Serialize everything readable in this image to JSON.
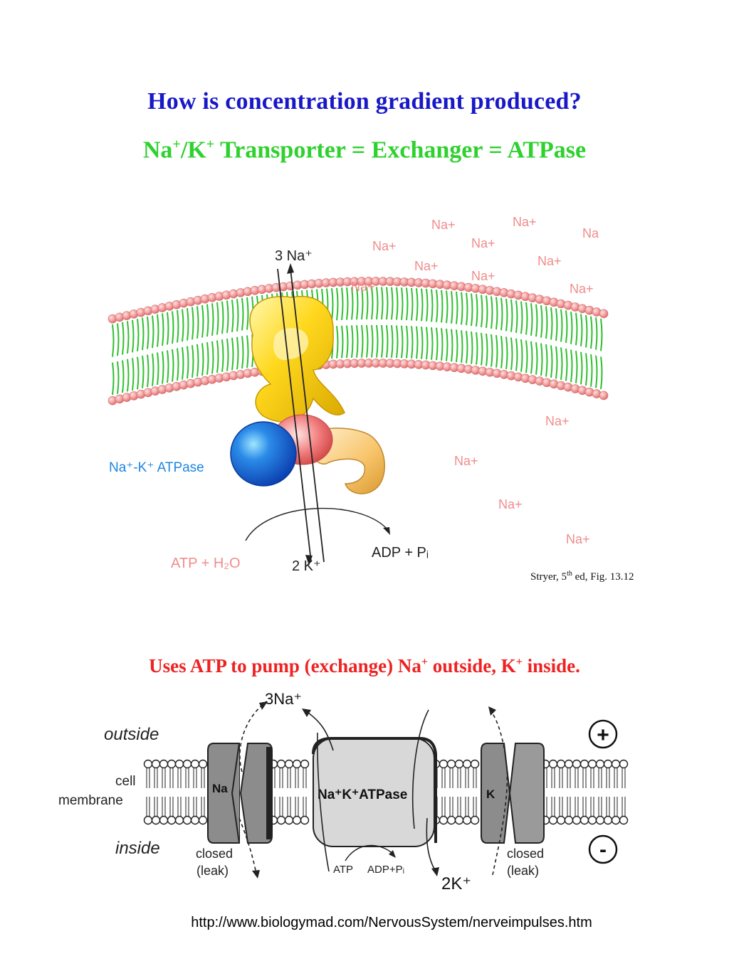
{
  "title_question": "How is concentration gradient produced?",
  "title_transporter": {
    "na": "Na",
    "na_charge": "+",
    "slash_k": "/K",
    "k_charge": "+",
    "rest": " Transporter = Exchanger = ATPase"
  },
  "top_figure": {
    "na_labels": [
      "Na+",
      "Na+",
      "Na",
      "Na+",
      "Na+",
      "Na+",
      "Na+",
      "Na+",
      "Na+",
      "Na+",
      "Na+",
      "Na+",
      "Na+",
      "Na+"
    ],
    "three_na": "3 Na⁺",
    "two_k": "2 K⁺",
    "atpase_label": "Na⁺-K⁺ ATPase",
    "atp_h2o": "ATP + H₂O",
    "adp_pi": "ADP + Pᵢ",
    "colors": {
      "membrane_head": "#f29b9b",
      "membrane_tail": "#2fbf2f",
      "pump_yellow": "#ffd21e",
      "pump_blue": "#1a63d8",
      "na_text": "#f08c8c"
    }
  },
  "citation": {
    "prefix": "Stryer, 5",
    "sup": "th",
    "suffix": " ed, Fig. 13.12"
  },
  "subtitle_pump": {
    "part1": "Uses ATP to pump (exchange) Na",
    "sup1": "+",
    "part2": " outside, K",
    "sup2": "+",
    "part3": " inside."
  },
  "bottom_figure": {
    "outside": "outside",
    "inside": "inside",
    "cell": "cell",
    "membrane": "membrane",
    "na_channel": "Na",
    "k_channel": "K",
    "pump_label": "Na⁺K⁺ATPase",
    "three_na": "3Na⁺",
    "two_k": "2K⁺",
    "closed": "closed",
    "leak": "(leak)",
    "atp": "ATP",
    "adp_pi": "ADP+Pᵢ",
    "plus_sign": "+",
    "minus_sign": "-"
  },
  "url": "http://www.biologymad.com/NervousSystem/nerveimpulses.htm"
}
